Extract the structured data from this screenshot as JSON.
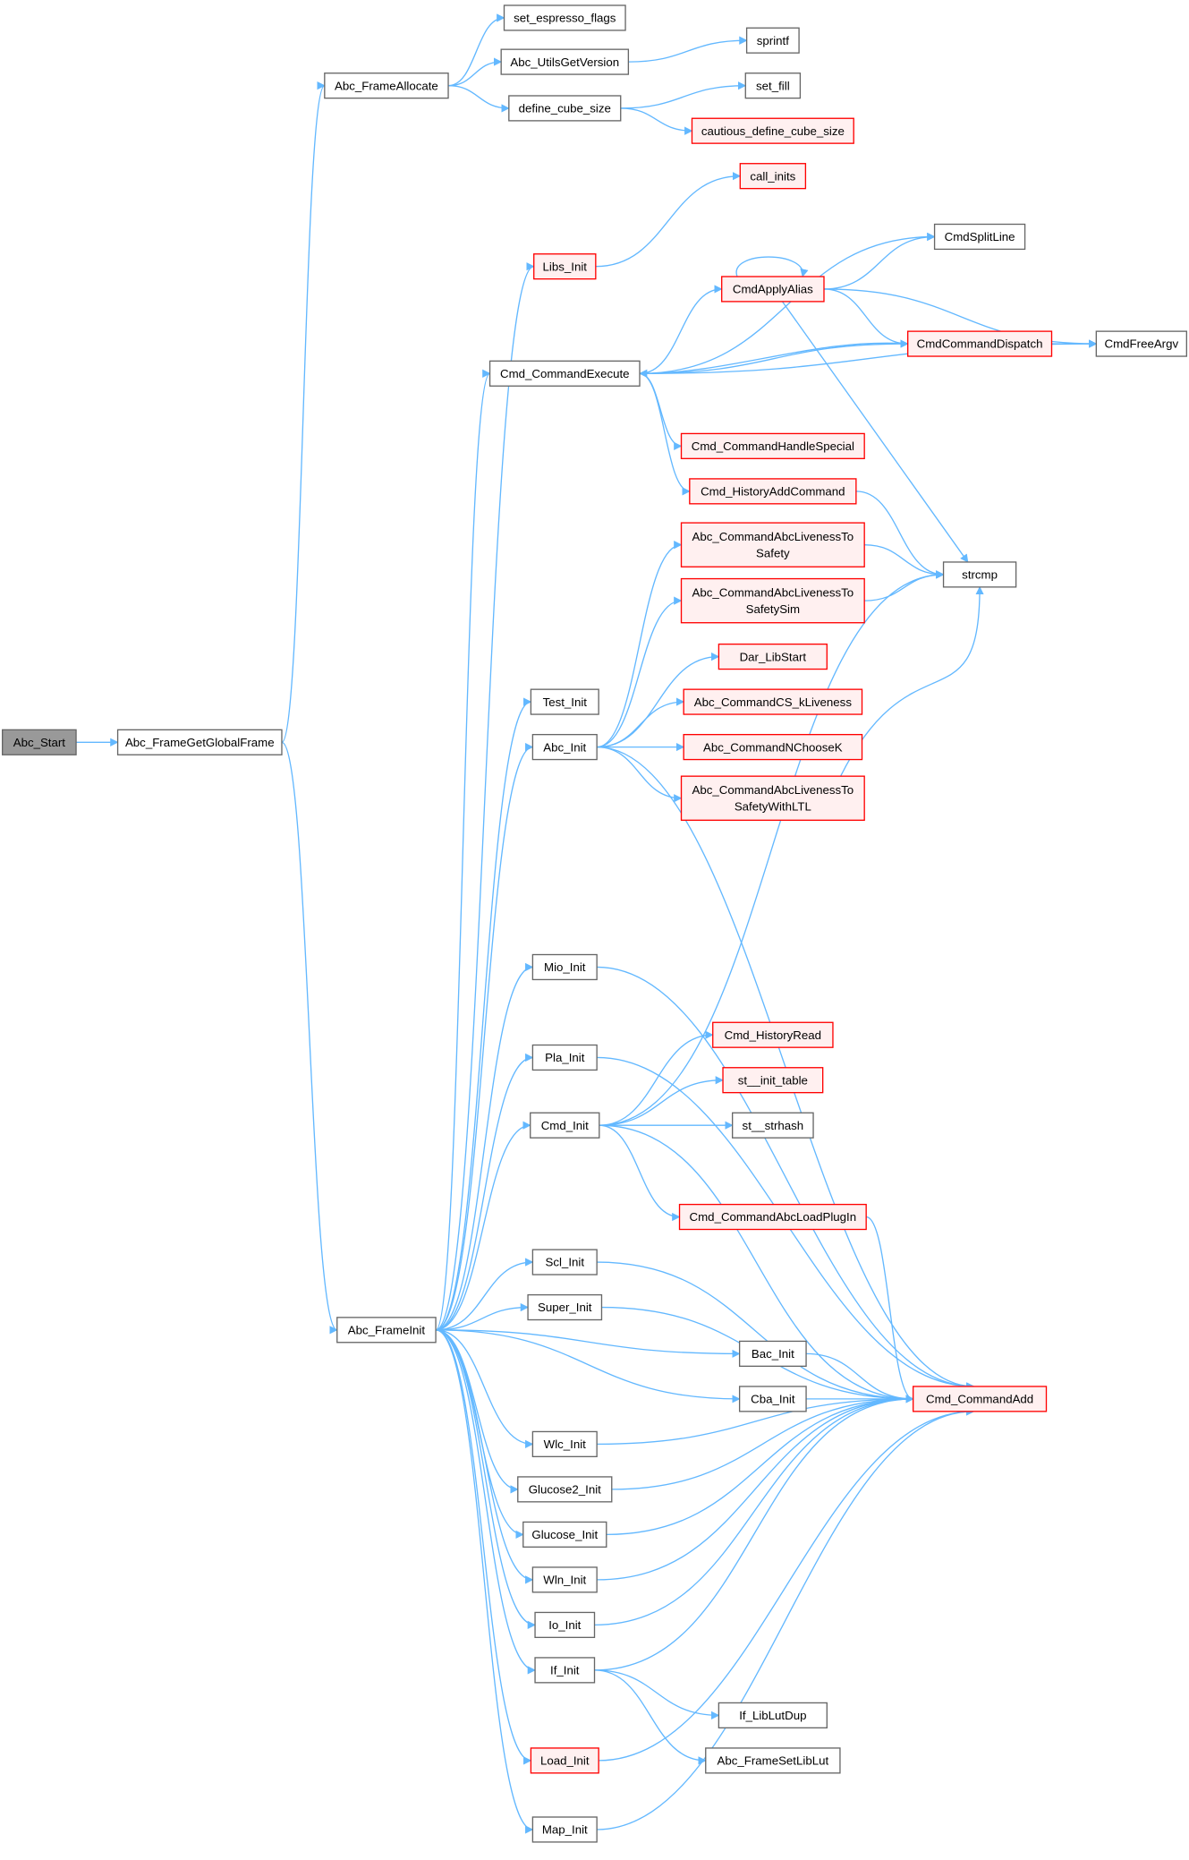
{
  "colors": {
    "edge": "#63b8ff",
    "node_border": "#666666",
    "node_fill": "#ffffff",
    "root_fill": "#999999",
    "truncated_border": "#ff0000",
    "truncated_fill": "#fff0f0"
  },
  "nodes": [
    {
      "id": "Abc_Start",
      "lines": [
        "Abc_Start"
      ],
      "kind": "root"
    },
    {
      "id": "Abc_FrameGetGlobalFrame",
      "lines": [
        "Abc_FrameGetGlobalFrame"
      ],
      "kind": "normal"
    },
    {
      "id": "Abc_FrameAllocate",
      "lines": [
        "Abc_FrameAllocate"
      ],
      "kind": "normal"
    },
    {
      "id": "set_espresso_flags",
      "lines": [
        "set_espresso_flags"
      ],
      "kind": "normal"
    },
    {
      "id": "Abc_UtilsGetVersion",
      "lines": [
        "Abc_UtilsGetVersion"
      ],
      "kind": "normal"
    },
    {
      "id": "define_cube_size",
      "lines": [
        "define_cube_size"
      ],
      "kind": "normal"
    },
    {
      "id": "sprintf",
      "lines": [
        "sprintf"
      ],
      "kind": "normal"
    },
    {
      "id": "set_fill",
      "lines": [
        "set_fill"
      ],
      "kind": "normal"
    },
    {
      "id": "cautious_define_cube_size",
      "lines": [
        "cautious_define_cube_size"
      ],
      "kind": "truncated"
    },
    {
      "id": "call_inits",
      "lines": [
        "call_inits"
      ],
      "kind": "truncated"
    },
    {
      "id": "Libs_Init",
      "lines": [
        "Libs_Init"
      ],
      "kind": "truncated"
    },
    {
      "id": "CmdSplitLine",
      "lines": [
        "CmdSplitLine"
      ],
      "kind": "normal"
    },
    {
      "id": "CmdApplyAlias",
      "lines": [
        "CmdApplyAlias"
      ],
      "kind": "truncated"
    },
    {
      "id": "CmdCommandDispatch",
      "lines": [
        "CmdCommandDispatch"
      ],
      "kind": "truncated"
    },
    {
      "id": "CmdFreeArgv",
      "lines": [
        "CmdFreeArgv"
      ],
      "kind": "normal"
    },
    {
      "id": "Cmd_CommandExecute",
      "lines": [
        "Cmd_CommandExecute"
      ],
      "kind": "normal"
    },
    {
      "id": "Cmd_CommandHandleSpecial",
      "lines": [
        "Cmd_CommandHandleSpecial"
      ],
      "kind": "truncated"
    },
    {
      "id": "Cmd_HistoryAddCommand",
      "lines": [
        "Cmd_HistoryAddCommand"
      ],
      "kind": "truncated"
    },
    {
      "id": "Abc_CommandAbcLivenessToSafety",
      "lines": [
        "Abc_CommandAbcLivenessTo",
        "Safety"
      ],
      "kind": "truncated"
    },
    {
      "id": "strcmp",
      "lines": [
        "strcmp"
      ],
      "kind": "normal"
    },
    {
      "id": "Abc_CommandAbcLivenessToSafetySim",
      "lines": [
        "Abc_CommandAbcLivenessTo",
        "SafetySim"
      ],
      "kind": "truncated"
    },
    {
      "id": "Dar_LibStart",
      "lines": [
        "Dar_LibStart"
      ],
      "kind": "truncated"
    },
    {
      "id": "Test_Init",
      "lines": [
        "Test_Init"
      ],
      "kind": "normal"
    },
    {
      "id": "Abc_CommandCS_kLiveness",
      "lines": [
        "Abc_CommandCS_kLiveness"
      ],
      "kind": "truncated"
    },
    {
      "id": "Abc_Init",
      "lines": [
        "Abc_Init"
      ],
      "kind": "normal"
    },
    {
      "id": "Abc_CommandNChooseK",
      "lines": [
        "Abc_CommandNChooseK"
      ],
      "kind": "truncated"
    },
    {
      "id": "Abc_CommandAbcLivenessToSafetyWithLTL",
      "lines": [
        "Abc_CommandAbcLivenessTo",
        "SafetyWithLTL"
      ],
      "kind": "truncated"
    },
    {
      "id": "Mio_Init",
      "lines": [
        "Mio_Init"
      ],
      "kind": "normal"
    },
    {
      "id": "Pla_Init",
      "lines": [
        "Pla_Init"
      ],
      "kind": "normal"
    },
    {
      "id": "Cmd_HistoryRead",
      "lines": [
        "Cmd_HistoryRead"
      ],
      "kind": "truncated"
    },
    {
      "id": "st__init_table",
      "lines": [
        "st__init_table"
      ],
      "kind": "truncated"
    },
    {
      "id": "Cmd_Init",
      "lines": [
        "Cmd_Init"
      ],
      "kind": "normal"
    },
    {
      "id": "st__strhash",
      "lines": [
        "st__strhash"
      ],
      "kind": "normal"
    },
    {
      "id": "Cmd_CommandAbcLoadPlugIn",
      "lines": [
        "Cmd_CommandAbcLoadPlugIn"
      ],
      "kind": "truncated"
    },
    {
      "id": "Scl_Init",
      "lines": [
        "Scl_Init"
      ],
      "kind": "normal"
    },
    {
      "id": "Super_Init",
      "lines": [
        "Super_Init"
      ],
      "kind": "normal"
    },
    {
      "id": "Abc_FrameInit",
      "lines": [
        "Abc_FrameInit"
      ],
      "kind": "normal"
    },
    {
      "id": "Bac_Init",
      "lines": [
        "Bac_Init"
      ],
      "kind": "normal"
    },
    {
      "id": "Cba_Init",
      "lines": [
        "Cba_Init"
      ],
      "kind": "normal"
    },
    {
      "id": "Cmd_CommandAdd",
      "lines": [
        "Cmd_CommandAdd"
      ],
      "kind": "truncated"
    },
    {
      "id": "Wlc_Init",
      "lines": [
        "Wlc_Init"
      ],
      "kind": "normal"
    },
    {
      "id": "Glucose2_Init",
      "lines": [
        "Glucose2_Init"
      ],
      "kind": "normal"
    },
    {
      "id": "Glucose_Init",
      "lines": [
        "Glucose_Init"
      ],
      "kind": "normal"
    },
    {
      "id": "Wln_Init",
      "lines": [
        "Wln_Init"
      ],
      "kind": "normal"
    },
    {
      "id": "Io_Init",
      "lines": [
        "Io_Init"
      ],
      "kind": "normal"
    },
    {
      "id": "If_Init",
      "lines": [
        "If_Init"
      ],
      "kind": "normal"
    },
    {
      "id": "If_LibLutDup",
      "lines": [
        "If_LibLutDup"
      ],
      "kind": "normal"
    },
    {
      "id": "Abc_FrameSetLibLut",
      "lines": [
        "Abc_FrameSetLibLut"
      ],
      "kind": "normal"
    },
    {
      "id": "Load_Init",
      "lines": [
        "Load_Init"
      ],
      "kind": "truncated"
    },
    {
      "id": "Map_Init",
      "lines": [
        "Map_Init"
      ],
      "kind": "normal"
    }
  ],
  "edges": [
    [
      "Abc_Start",
      "Abc_FrameGetGlobalFrame"
    ],
    [
      "Abc_FrameGetGlobalFrame",
      "Abc_FrameAllocate"
    ],
    [
      "Abc_FrameGetGlobalFrame",
      "Abc_FrameInit"
    ],
    [
      "Abc_FrameAllocate",
      "set_espresso_flags"
    ],
    [
      "Abc_FrameAllocate",
      "Abc_UtilsGetVersion"
    ],
    [
      "Abc_FrameAllocate",
      "define_cube_size"
    ],
    [
      "Abc_UtilsGetVersion",
      "sprintf"
    ],
    [
      "define_cube_size",
      "set_fill"
    ],
    [
      "define_cube_size",
      "cautious_define_cube_size"
    ],
    [
      "Abc_FrameInit",
      "Libs_Init"
    ],
    [
      "Abc_FrameInit",
      "Cmd_CommandExecute"
    ],
    [
      "Abc_FrameInit",
      "Test_Init"
    ],
    [
      "Abc_FrameInit",
      "Abc_Init"
    ],
    [
      "Abc_FrameInit",
      "Mio_Init"
    ],
    [
      "Abc_FrameInit",
      "Pla_Init"
    ],
    [
      "Abc_FrameInit",
      "Cmd_Init"
    ],
    [
      "Abc_FrameInit",
      "Scl_Init"
    ],
    [
      "Abc_FrameInit",
      "Super_Init"
    ],
    [
      "Abc_FrameInit",
      "Bac_Init"
    ],
    [
      "Abc_FrameInit",
      "Cba_Init"
    ],
    [
      "Abc_FrameInit",
      "Wlc_Init"
    ],
    [
      "Abc_FrameInit",
      "Glucose2_Init"
    ],
    [
      "Abc_FrameInit",
      "Glucose_Init"
    ],
    [
      "Abc_FrameInit",
      "Wln_Init"
    ],
    [
      "Abc_FrameInit",
      "Io_Init"
    ],
    [
      "Abc_FrameInit",
      "If_Init"
    ],
    [
      "Abc_FrameInit",
      "Load_Init"
    ],
    [
      "Abc_FrameInit",
      "Map_Init"
    ],
    [
      "Libs_Init",
      "call_inits"
    ],
    [
      "Cmd_CommandExecute",
      "CmdSplitLine"
    ],
    [
      "Cmd_CommandExecute",
      "CmdApplyAlias"
    ],
    [
      "Cmd_CommandExecute",
      "CmdCommandDispatch"
    ],
    [
      "Cmd_CommandExecute",
      "CmdFreeArgv"
    ],
    [
      "Cmd_CommandExecute",
      "Cmd_CommandHandleSpecial"
    ],
    [
      "Cmd_CommandExecute",
      "Cmd_HistoryAddCommand"
    ],
    [
      "CmdApplyAlias",
      "CmdApplyAlias"
    ],
    [
      "CmdApplyAlias",
      "CmdSplitLine"
    ],
    [
      "CmdApplyAlias",
      "CmdCommandDispatch"
    ],
    [
      "CmdApplyAlias",
      "CmdFreeArgv"
    ],
    [
      "CmdApplyAlias",
      "strcmp"
    ],
    [
      "CmdCommandDispatch",
      "CmdFreeArgv"
    ],
    [
      "CmdCommandDispatch",
      "Cmd_CommandExecute"
    ],
    [
      "Cmd_HistoryAddCommand",
      "strcmp"
    ],
    [
      "Abc_CommandAbcLivenessToSafety",
      "strcmp"
    ],
    [
      "Abc_CommandAbcLivenessToSafetySim",
      "strcmp"
    ],
    [
      "Abc_CommandAbcLivenessToSafetyWithLTL",
      "strcmp"
    ],
    [
      "Abc_Init",
      "Abc_CommandAbcLivenessToSafety"
    ],
    [
      "Abc_Init",
      "Abc_CommandAbcLivenessToSafetySim"
    ],
    [
      "Abc_Init",
      "Dar_LibStart"
    ],
    [
      "Abc_Init",
      "Abc_CommandCS_kLiveness"
    ],
    [
      "Abc_Init",
      "Abc_CommandNChooseK"
    ],
    [
      "Abc_Init",
      "Abc_CommandAbcLivenessToSafetyWithLTL"
    ],
    [
      "Abc_Init",
      "Cmd_CommandAdd"
    ],
    [
      "Mio_Init",
      "Cmd_CommandAdd"
    ],
    [
      "Pla_Init",
      "Cmd_CommandAdd"
    ],
    [
      "Cmd_Init",
      "Cmd_HistoryRead"
    ],
    [
      "Cmd_Init",
      "st__init_table"
    ],
    [
      "Cmd_Init",
      "st__strhash"
    ],
    [
      "Cmd_Init",
      "strcmp"
    ],
    [
      "Cmd_Init",
      "Cmd_CommandAbcLoadPlugIn"
    ],
    [
      "Cmd_Init",
      "Cmd_CommandAdd"
    ],
    [
      "Cmd_CommandAbcLoadPlugIn",
      "Cmd_CommandAdd"
    ],
    [
      "Scl_Init",
      "Cmd_CommandAdd"
    ],
    [
      "Super_Init",
      "Cmd_CommandAdd"
    ],
    [
      "Bac_Init",
      "Cmd_CommandAdd"
    ],
    [
      "Cba_Init",
      "Cmd_CommandAdd"
    ],
    [
      "Wlc_Init",
      "Cmd_CommandAdd"
    ],
    [
      "Glucose2_Init",
      "Cmd_CommandAdd"
    ],
    [
      "Glucose_Init",
      "Cmd_CommandAdd"
    ],
    [
      "Wln_Init",
      "Cmd_CommandAdd"
    ],
    [
      "Io_Init",
      "Cmd_CommandAdd"
    ],
    [
      "If_Init",
      "Cmd_CommandAdd"
    ],
    [
      "Load_Init",
      "Cmd_CommandAdd"
    ],
    [
      "Map_Init",
      "Cmd_CommandAdd"
    ],
    [
      "If_Init",
      "If_LibLutDup"
    ],
    [
      "If_Init",
      "Abc_FrameSetLibLut"
    ]
  ]
}
